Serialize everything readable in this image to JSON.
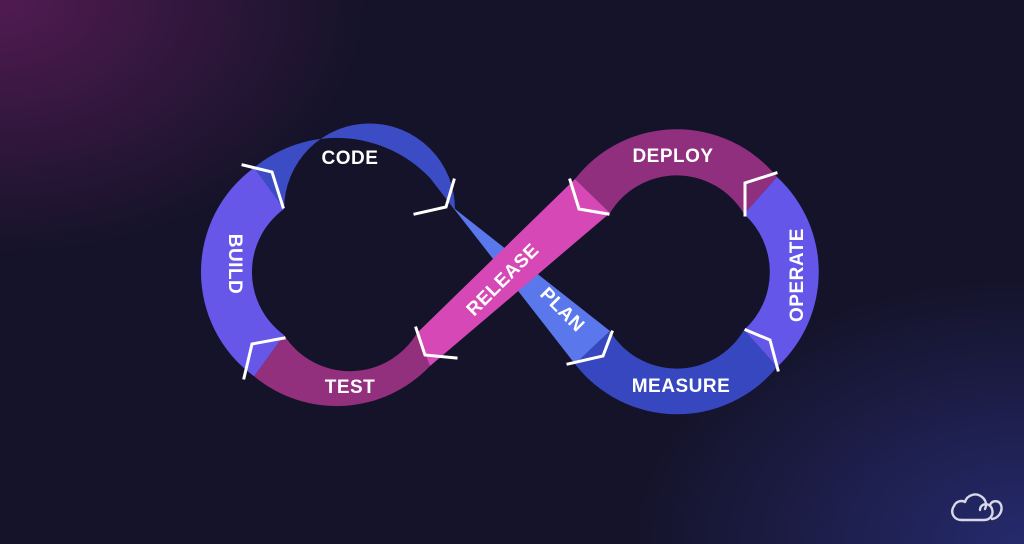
{
  "diagram": {
    "stages": [
      {
        "id": "plan",
        "label": "PLAN"
      },
      {
        "id": "code",
        "label": "CODE"
      },
      {
        "id": "build",
        "label": "BUILD"
      },
      {
        "id": "test",
        "label": "TEST"
      },
      {
        "id": "release",
        "label": "RELEASE"
      },
      {
        "id": "deploy",
        "label": "DEPLOY"
      },
      {
        "id": "operate",
        "label": "OPERATE"
      },
      {
        "id": "measure",
        "label": "MEASURE"
      }
    ],
    "colors": {
      "code": "#3b4cc4",
      "build": "#6657e8",
      "test": "#92307e",
      "release": "#d648b6",
      "plan": "#5a78ec",
      "deploy": "#8f2f7e",
      "operate": "#6556ea",
      "measure": "#3647c0"
    }
  },
  "logo": {
    "name": "cloud-logo-icon"
  }
}
